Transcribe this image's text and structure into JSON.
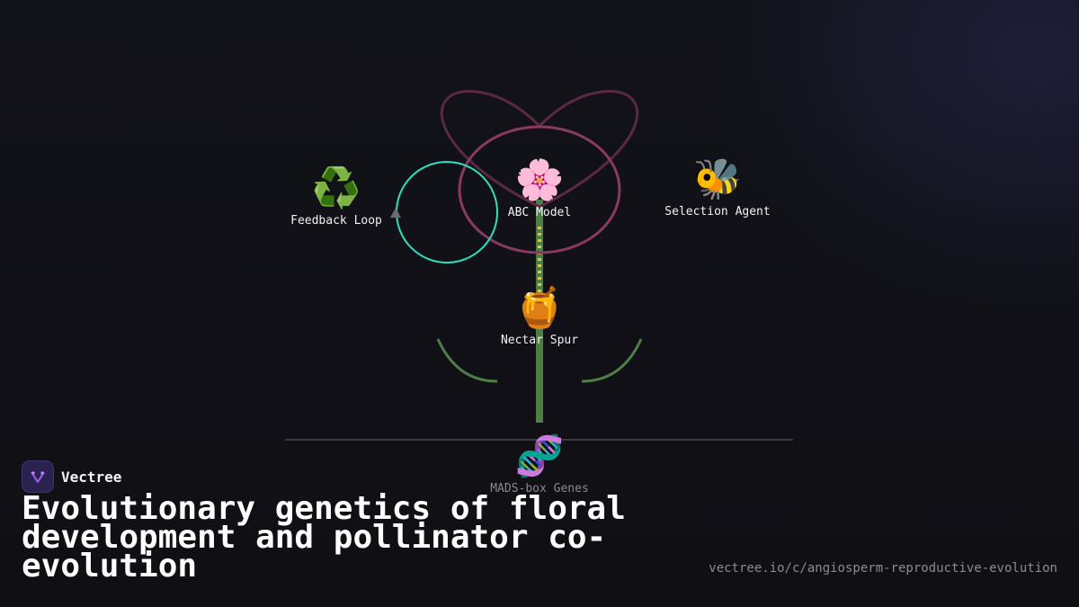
{
  "nodes": {
    "feedback_loop": {
      "icon": "recycle-icon",
      "emoji": "♻️",
      "label": "Feedback Loop"
    },
    "abc_model": {
      "icon": "flower-icon",
      "emoji": "🌸",
      "label": "ABC Model"
    },
    "selection_agent": {
      "icon": "bee-icon",
      "emoji": "🐝",
      "label": "Selection Agent"
    },
    "nectar_spur": {
      "icon": "honey-pot-icon",
      "emoji": "🍯",
      "label": "Nectar Spur"
    },
    "mads_box": {
      "icon": "dna-icon",
      "emoji": "🧬",
      "label": "MADS-box Genes"
    }
  },
  "colors": {
    "stem": "#4e7d45",
    "petal_outline": "#8a3a60",
    "loop_circle": "#2de0c0",
    "stamen_dots": "#d6c84a",
    "ground_line": "#3a3a42",
    "brand_accent": "#a35bf0"
  },
  "brand": {
    "name": "Vectree",
    "icon": "vectree-logo-icon"
  },
  "title": "Evolutionary genetics of floral development and pollinator co-evolution",
  "url": "vectree.io/c/angiosperm-reproductive-evolution"
}
